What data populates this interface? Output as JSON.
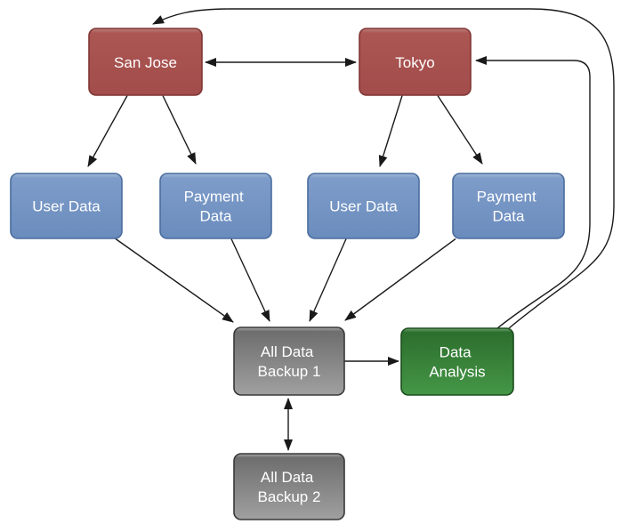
{
  "diagram": {
    "nodes": {
      "san_jose": {
        "lines": [
          "San Jose"
        ]
      },
      "tokyo": {
        "lines": [
          "Tokyo"
        ]
      },
      "user_data_west": {
        "lines": [
          "User Data"
        ]
      },
      "payment_data_west": {
        "lines": [
          "Payment",
          "Data"
        ]
      },
      "user_data_east": {
        "lines": [
          "User Data"
        ]
      },
      "payment_data_east": {
        "lines": [
          "Payment",
          "Data"
        ]
      },
      "all_data_backup_1": {
        "lines": [
          "All Data",
          "Backup 1"
        ]
      },
      "all_data_backup_2": {
        "lines": [
          "All Data",
          "Backup 2"
        ]
      },
      "data_analysis": {
        "lines": [
          "Data",
          "Analysis"
        ]
      }
    },
    "edges": [
      {
        "from": "san_jose",
        "to": "tokyo",
        "direction": "two-way"
      },
      {
        "from": "san_jose",
        "to": "user_data_west",
        "direction": "one-way"
      },
      {
        "from": "san_jose",
        "to": "payment_data_west",
        "direction": "one-way"
      },
      {
        "from": "tokyo",
        "to": "user_data_east",
        "direction": "one-way"
      },
      {
        "from": "tokyo",
        "to": "payment_data_east",
        "direction": "one-way"
      },
      {
        "from": "user_data_west",
        "to": "all_data_backup_1",
        "direction": "one-way"
      },
      {
        "from": "payment_data_west",
        "to": "all_data_backup_1",
        "direction": "one-way"
      },
      {
        "from": "user_data_east",
        "to": "all_data_backup_1",
        "direction": "one-way"
      },
      {
        "from": "payment_data_east",
        "to": "all_data_backup_1",
        "direction": "one-way"
      },
      {
        "from": "all_data_backup_1",
        "to": "data_analysis",
        "direction": "one-way"
      },
      {
        "from": "all_data_backup_1",
        "to": "all_data_backup_2",
        "direction": "two-way"
      },
      {
        "from": "data_analysis",
        "to": "tokyo",
        "direction": "one-way"
      },
      {
        "from": "data_analysis",
        "to": "san_jose",
        "direction": "one-way"
      }
    ],
    "colors": {
      "region_rim": "#bd8280",
      "region_body": "#ab5653",
      "region_bottom": "#a24d4b",
      "region_border": "#803634",
      "data_rim": "#a3bad8",
      "data_body": "#7e9cc9",
      "data_bottom": "#6a8cbd",
      "data_border": "#4a6d9e",
      "backup_rim": "#ababab",
      "backup_body": "#6e6e6e",
      "backup_bottom": "#a0a0a0",
      "backup_border": "#383838",
      "analysis_rim": "#71a771",
      "analysis_body": "#2c6e2d",
      "analysis_bottom": "#459747",
      "analysis_border": "#1c4d1d",
      "arrow": "#1a1a1a",
      "label_text": "#ffffff",
      "background": "#ffffff"
    }
  }
}
